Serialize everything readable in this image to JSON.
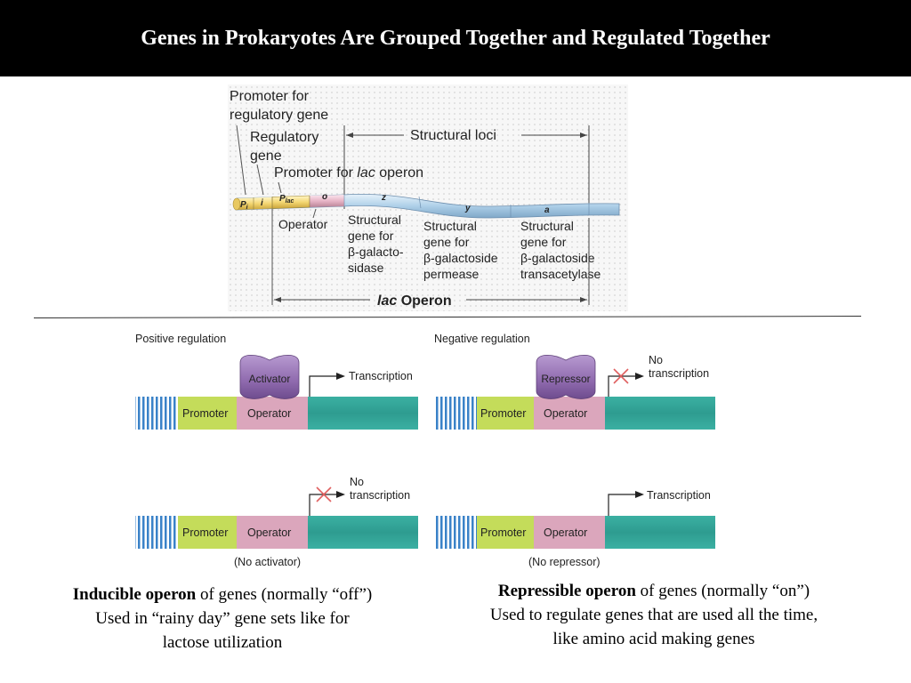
{
  "title": "Genes in Prokaryotes Are Grouped Together and Regulated Together",
  "lac": {
    "promoter_regulatory": [
      "Promoter for",
      "regulatory gene"
    ],
    "regulatory_gene": [
      "Regulatory",
      "gene"
    ],
    "structural_loci": "Structural loci",
    "promoter_lac_prefix": "Promoter for ",
    "promoter_lac_italic": "lac",
    "promoter_lac_suffix": " operon",
    "operator": "Operator",
    "gene_z": [
      "Structural",
      "gene for",
      "β-galacto-",
      "sidase"
    ],
    "gene_y": [
      "Structural",
      "gene for",
      "β-galactoside",
      "permease"
    ],
    "gene_a": [
      "Structural",
      "gene for",
      "β-galactoside",
      "transacetylase"
    ],
    "operon_italic": "lac",
    "operon_suffix": " Operon",
    "seg_pi": "P",
    "seg_pi_sub": "i",
    "seg_i": "i",
    "seg_plac": "P",
    "seg_plac_sub": "lac",
    "seg_o": "o",
    "seg_z": "z",
    "seg_y": "y",
    "seg_a": "a"
  },
  "panels": {
    "positive_heading": "Positive regulation",
    "negative_heading": "Negative regulation",
    "promoter": "Promoter",
    "operator": "Operator",
    "activator": "Activator",
    "repressor": "Repressor",
    "transcription": "Transcription",
    "no_transcription": [
      "No",
      "transcription"
    ],
    "no_activator": "(No activator)",
    "no_repressor": "(No repressor)"
  },
  "captions": {
    "left_bold": "Inducible operon",
    "left_rest": " of genes (normally “off”)",
    "left_line2": "Used in “rainy day” gene sets like for",
    "left_line3": "lactose utilization",
    "right_bold": "Repressible operon",
    "right_rest": " of genes (normally “on”)",
    "right_line2": "Used to regulate genes that are used all the time,",
    "right_line3": "like amino acid making genes"
  },
  "colors": {
    "promoter": "#c4dc5a",
    "operator": "#dba6bc",
    "gene": "#3bb0a2",
    "activator": "#8f6aae",
    "cross": "#e06060"
  }
}
